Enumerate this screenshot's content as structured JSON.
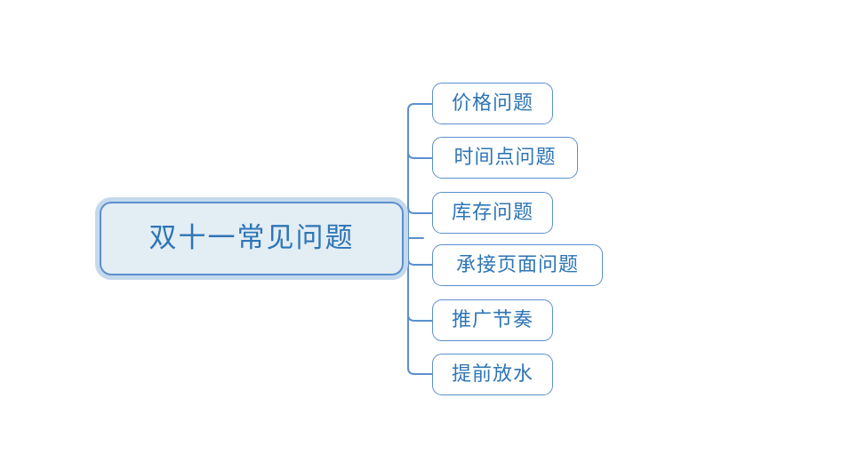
{
  "diagram": {
    "type": "mind-map",
    "orientation": "left-to-right",
    "background_color": "#ffffff",
    "root": {
      "label": "双十一常见问题",
      "fill_color": "#e3edf4",
      "border_color": "#5b8fce",
      "outer_border_color": "#c5d9ec",
      "text_color": "#2e75b6"
    },
    "connector": {
      "color": "#5b8fce",
      "style": "elbow-rounded"
    },
    "children": [
      {
        "label": "价格问题",
        "fill_color": "#ffffff",
        "border_color": "#5b8fce",
        "text_color": "#2e75b6"
      },
      {
        "label": "时间点问题",
        "fill_color": "#ffffff",
        "border_color": "#5b8fce",
        "text_color": "#2e75b6"
      },
      {
        "label": "库存问题",
        "fill_color": "#ffffff",
        "border_color": "#5b8fce",
        "text_color": "#2e75b6"
      },
      {
        "label": "承接页面问题",
        "fill_color": "#ffffff",
        "border_color": "#5b8fce",
        "text_color": "#2e75b6"
      },
      {
        "label": "推广节奏",
        "fill_color": "#ffffff",
        "border_color": "#5b8fce",
        "text_color": "#2e75b6"
      },
      {
        "label": "提前放水",
        "fill_color": "#ffffff",
        "border_color": "#5b8fce",
        "text_color": "#2e75b6"
      }
    ]
  }
}
